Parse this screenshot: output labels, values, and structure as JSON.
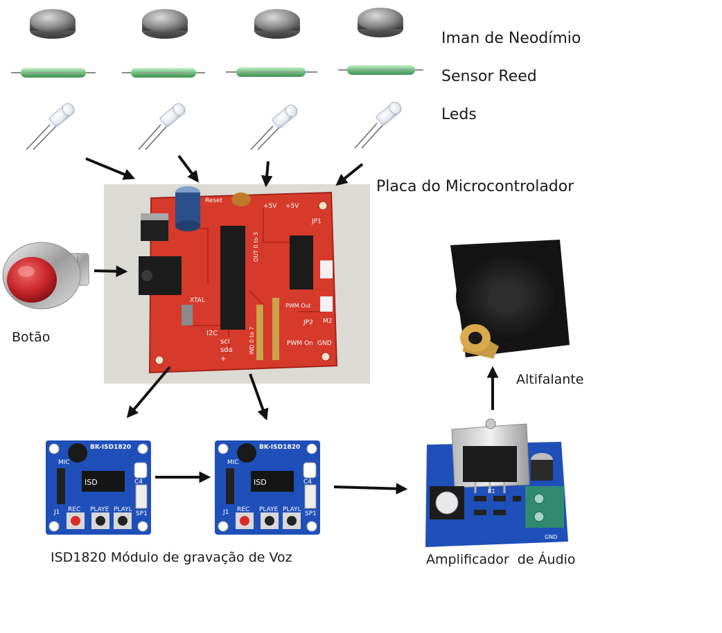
{
  "labels": {
    "magnet": "Iman de Neodímio",
    "reed": "Sensor Reed",
    "leds": "Leds",
    "board": "Placa do Microcontrolador",
    "button": "Botão",
    "speaker": "Altifalante",
    "voice_module": "ISD1820 Módulo de gravação de Voz",
    "amplifier": "Amplificador  de Áudio"
  },
  "board_silkscreen": {
    "reset": "Reset",
    "plus5v_a": "+5V",
    "plus5v_b": "+5V",
    "jp1": "JP1",
    "out": "OUT 0 to 3",
    "xtal": "XTAL",
    "i2c": "I2C",
    "scl": "scl",
    "sda": "sda",
    "plus": "+",
    "ind": "IND 0 to 7",
    "pwm_out": "PWM Out",
    "jp2": "JP2",
    "m2": "M2",
    "pwm_on": "PWM On",
    "gnd": "GND"
  },
  "isd_module_text": {
    "model": "BK-ISD1820",
    "chip": "ISD",
    "mic": "MIC",
    "rec": "REC",
    "playe": "PLAYE",
    "playl": "PLAYL",
    "sp": "SP1",
    "j1": "J1",
    "c4": "C4"
  },
  "amp_text": {
    "gnd": "GND",
    "r": "R1"
  },
  "colors": {
    "pcb_red": "#d63a2a",
    "module_blue": "#1f4fb8",
    "reed_green": "#7cc88a",
    "button_red": "#c8242a",
    "arrow": "#111111"
  }
}
